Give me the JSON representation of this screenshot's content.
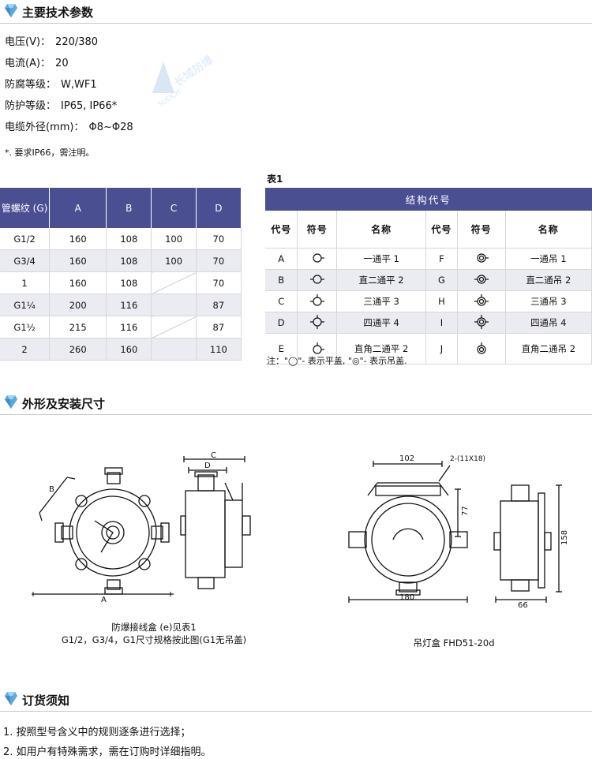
{
  "sections": {
    "specs_title": "主要技术参数",
    "dims_title": "外形及安装尺寸",
    "order_title": "订货须知"
  },
  "specs": [
    {
      "label": "电压(V)：",
      "value": "220/380"
    },
    {
      "label": "电流(A)：",
      "value": "20"
    },
    {
      "label": "防腐等级：",
      "value": "W,WF1"
    },
    {
      "label": "防护等级：",
      "value": "IP65, IP66*"
    },
    {
      "label": "电缆外径(mm)：",
      "value": "Φ8~Φ28"
    }
  ],
  "specs_note": "*. 要求IP66，需注明。",
  "thread_table": {
    "headers": [
      "管螺纹 (G)",
      "A",
      "B",
      "C",
      "D"
    ],
    "rows": [
      [
        "G1/2",
        "160",
        "108",
        "100",
        "70"
      ],
      [
        "G3/4",
        "160",
        "108",
        "100",
        "70"
      ],
      [
        "1",
        "160",
        "108",
        "",
        "70"
      ],
      [
        "G1¼",
        "200",
        "116",
        "",
        "87"
      ],
      [
        "G1½",
        "215",
        "116",
        "",
        "87"
      ],
      [
        "2",
        "260",
        "160",
        "",
        "110"
      ]
    ]
  },
  "structure_table": {
    "label": "表1",
    "title": "结构代号",
    "col_headers": [
      "代号",
      "符号",
      "名称",
      "代号",
      "符号",
      "名称"
    ],
    "rows": [
      {
        "code1": "A",
        "name1": "一通平 1",
        "code2": "F",
        "name2": "一通吊 1"
      },
      {
        "code1": "B",
        "name1": "直二通平 2",
        "code2": "G",
        "name2": "直二通吊 2"
      },
      {
        "code1": "C",
        "name1": "三通平 3",
        "code2": "H",
        "name2": "三通吊 3"
      },
      {
        "code1": "D",
        "name1": "四通平 4",
        "code2": "I",
        "name2": "四通吊 4"
      },
      {
        "code1": "E",
        "name1": "直角二通平 2",
        "code2": "J",
        "name2": "直角二通吊 2"
      }
    ],
    "note": "注：\"◯\"- 表示平盖, \"◎\"- 表示吊盖."
  },
  "drawings": {
    "left_caption_1": "防爆接线盒 (e)见表1",
    "left_caption_2": "G1/2，G3/4，G1尺寸规格按此图(G1无吊盖)",
    "right_caption": "吊灯盒 FHD51-20d",
    "dim_A": "A",
    "dim_B": "B",
    "dim_C": "C",
    "dim_D": "D",
    "dim_102": "102",
    "dim_holes": "2-(11X18)",
    "dim_77": "77",
    "dim_158": "158",
    "dim_180": "180",
    "dim_66": "66"
  },
  "order_notes": [
    "1. 按照型号含义中的规则逐条进行选择；",
    "2. 如用户有特殊需求，需在订购时详细指明。"
  ],
  "watermark": "长城防爆",
  "watermark_sub": "SUDCH",
  "colors": {
    "header_bg": "#4a4f92",
    "row_alt": "#ebebf2",
    "gem": "#5aa8de"
  }
}
